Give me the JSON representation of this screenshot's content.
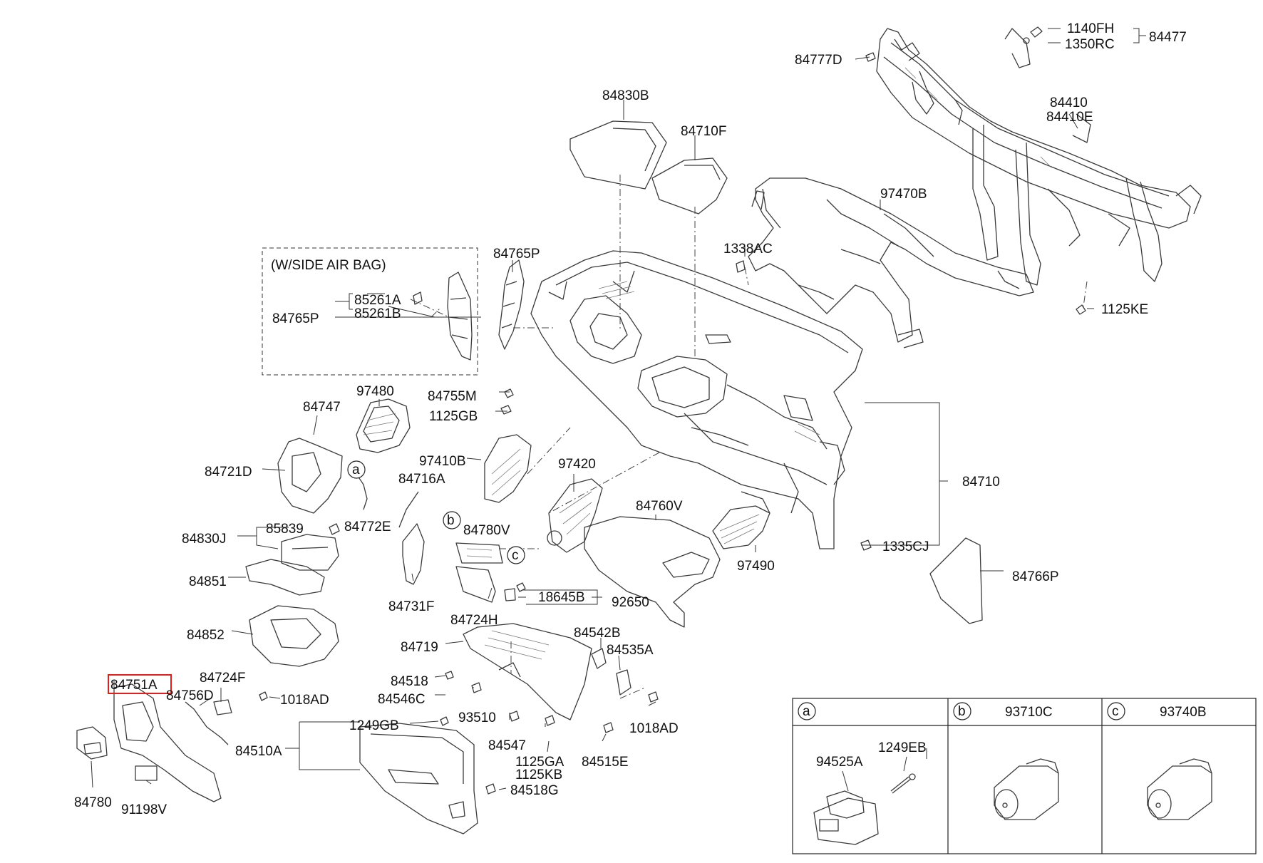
{
  "highlighted_part": "84751A",
  "side_airbag_title": "(W/SIDE AIR BAG)",
  "labels": {
    "p84830B": "84830B",
    "p84710F": "84710F",
    "p84765P_top": "84765P",
    "p1140FH": "1140FH",
    "p1350RC": "1350RC",
    "p84477": "84477",
    "p84777D": "84777D",
    "p84410": "84410",
    "p84410E": "84410E",
    "p97470B": "97470B",
    "p1338AC": "1338AC",
    "p1125KE": "1125KE",
    "p85261A": "85261A",
    "p85261B": "85261B",
    "p84765P_box": "84765P",
    "p84747": "84747",
    "p97480": "97480",
    "p84755M": "84755M",
    "p1125GB": "1125GB",
    "p84721D": "84721D",
    "p97410B": "97410B",
    "p97420": "97420",
    "p84716A": "84716A",
    "p84772E": "84772E",
    "p84830J": "84830J",
    "p85839": "85839",
    "p84780V": "84780V",
    "p84760V": "84760V",
    "p84710": "84710",
    "p84851": "84851",
    "p84731F": "84731F",
    "p97490": "97490",
    "p1335CJ": "1335CJ",
    "p84766P": "84766P",
    "p18645B": "18645B",
    "p92650": "92650",
    "p84724H": "84724H",
    "p84852": "84852",
    "p84719": "84719",
    "p84542B": "84542B",
    "p84535A": "84535A",
    "p84751A": "84751A",
    "p84724F": "84724F",
    "p84518": "84518",
    "p84756D": "84756D",
    "p1018AD_a": "1018AD",
    "p84546C": "84546C",
    "p93510": "93510",
    "p1018AD_b": "1018AD",
    "p1249GB": "1249GB",
    "p84510A": "84510A",
    "p84547": "84547",
    "p1125GA": "1125GA",
    "p1125KB": "1125KB",
    "p84515E": "84515E",
    "p84780": "84780",
    "p91198V": "91198V",
    "p84518G": "84518G"
  },
  "callouts": {
    "a": "a",
    "b": "b",
    "c": "c"
  },
  "detail_table": {
    "a": {
      "letter": "a",
      "labels": [
        "94525A",
        "1249EB"
      ]
    },
    "b": {
      "letter": "b",
      "part": "93710C"
    },
    "c": {
      "letter": "c",
      "part": "93740B"
    }
  }
}
